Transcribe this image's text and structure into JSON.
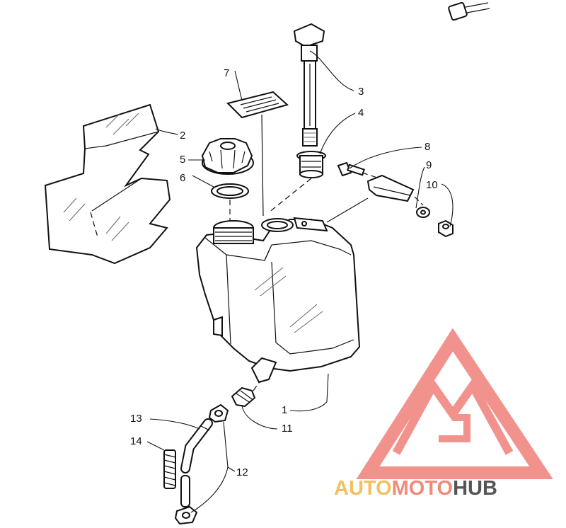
{
  "callouts": [
    "1",
    "2",
    "3",
    "4",
    "5",
    "6",
    "7",
    "8",
    "9",
    "10",
    "11",
    "12",
    "13",
    "14"
  ],
  "watermark": {
    "part1": "AUTO",
    "part2": "MOTO",
    "part3": "HUB",
    "color_auto": "#f2c15f",
    "color_moto": "#f08a7a",
    "color_hub": "#555555",
    "logo_color": "#ef7f7a"
  }
}
